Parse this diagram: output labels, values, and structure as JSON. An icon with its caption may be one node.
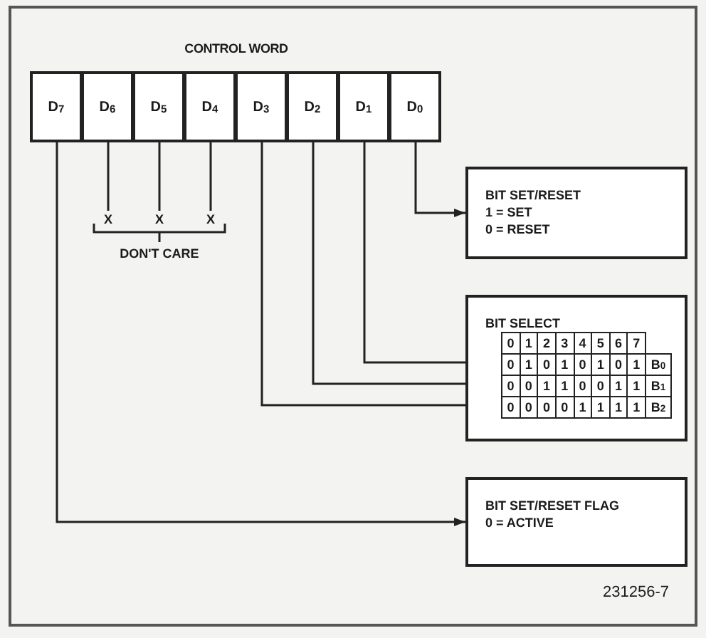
{
  "diagram": {
    "nodes": [
      {
        "text": [
          "CONTROL WORD"
        ]
      },
      {
        "text": [
          "D$_{7}$"
        ],
        "in": 0
      },
      {
        "text": [
          "D$_{6}$"
        ],
        "in": 0
      },
      {
        "text": [
          "D$_{5}$"
        ],
        "in": 0
      },
      {
        "text": [
          "D$_{4}$"
        ],
        "in": 0
      },
      {
        "text": [
          "D$_{3}$"
        ],
        "in": 0
      },
      {
        "text": [
          "D$_{2}$"
        ],
        "in": 0
      },
      {
        "text": [
          "D$_{1}$"
        ],
        "in": 0
      },
      {
        "text": [
          "D$_{0}$"
        ],
        "in": 0
      },
      {
        "text": [
          "X"
        ]
      },
      {
        "text": [
          "X"
        ]
      },
      {
        "text": [
          "X"
        ]
      },
      {
        "text": [
          "BIT SET/RESET",
          "1 = SET",
          "0 = RESET"
        ]
      },
      {
        "text": [
          "BIT SELECT"
        ]
      },
      {
        "text": [
          "0",
          "1",
          "0",
          "1",
          "0",
          "1",
          "0",
          "1",
          "B$_{0}$"
        ],
        "in": 13
      },
      {
        "text": [
          "0",
          "0",
          "1",
          "1",
          "0",
          "0",
          "1",
          "1",
          "B$_{1}$"
        ],
        "in": 13
      },
      {
        "text": [
          "0",
          "0",
          "0",
          "0",
          "1",
          "1",
          "1",
          "1",
          "B$_{2}$"
        ],
        "in": 13
      },
      {
        "text": [
          "BIT SET/RESET FLAG",
          "0 = ACTIVE"
        ]
      }
    ],
    "edges": [
      {
        "from": 1,
        "to": 17,
        "arrow": "to"
      },
      {
        "from": 2,
        "to": 9,
        "arrow": "none"
      },
      {
        "from": 3,
        "to": 10,
        "arrow": "none"
      },
      {
        "from": 4,
        "to": 11,
        "arrow": "none"
      },
      {
        "from": 5,
        "to": 16,
        "arrow": "to"
      },
      {
        "from": 6,
        "to": 15,
        "arrow": "to"
      },
      {
        "from": 7,
        "to": 14,
        "arrow": "to"
      },
      {
        "from": 8,
        "to": 12,
        "arrow": "to"
      }
    ],
    "labels": [
      "DON'T CARE",
      "0",
      "1",
      "2",
      "3",
      "4",
      "5",
      "6",
      "7",
      "231256-7"
    ]
  }
}
